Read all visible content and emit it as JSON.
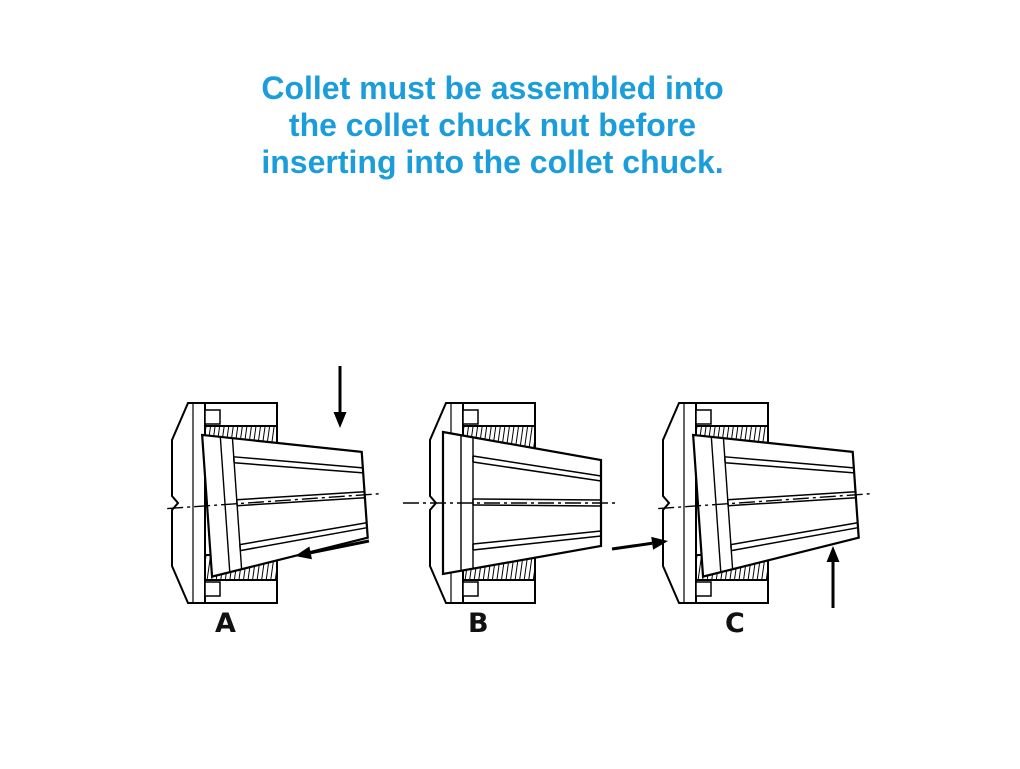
{
  "slide": {
    "title_lines": [
      "Collet must be assembled into",
      "the collet chuck nut before",
      "inserting into the collet chuck."
    ],
    "title_color": "#1b9ddb",
    "background_color": "#ffffff",
    "line_color": "#000000"
  },
  "figures": [
    {
      "label": "A",
      "collet_state": "tilted",
      "arrows": [
        "down",
        "left"
      ]
    },
    {
      "label": "B",
      "collet_state": "seated",
      "arrows": []
    },
    {
      "label": "C",
      "collet_state": "tilted",
      "arrows": [
        "right",
        "up"
      ]
    }
  ]
}
